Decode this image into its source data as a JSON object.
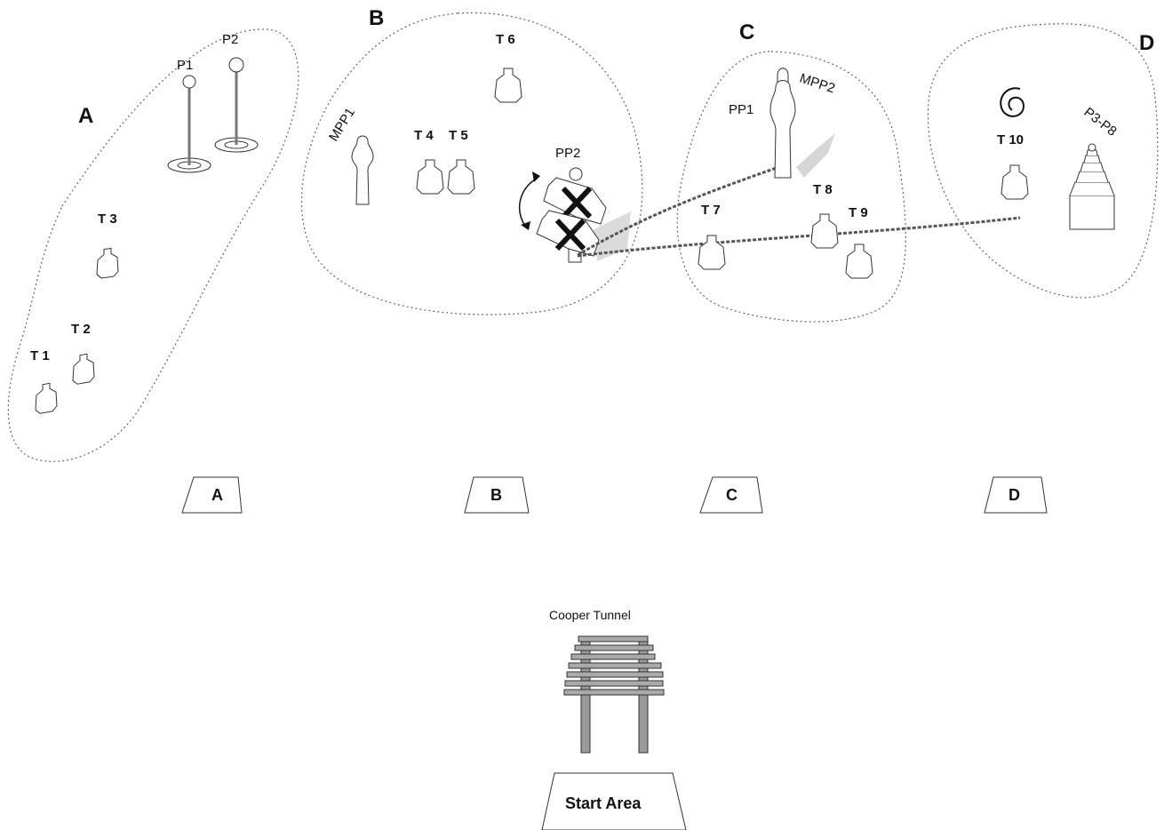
{
  "zones": {
    "a": "A",
    "b": "B",
    "c": "C",
    "d": "D"
  },
  "targets": {
    "t1": "T 1",
    "t2": "T 2",
    "t3": "T 3",
    "t4": "T 4",
    "t5": "T 5",
    "t6": "T 6",
    "t7": "T 7",
    "t8": "T 8",
    "t9": "T 9",
    "t10": "T 10"
  },
  "props": {
    "p1": "P1",
    "p2": "P2",
    "pp1": "PP1",
    "pp2": "PP2",
    "mpp1": "MPP1",
    "mpp2": "MPP2",
    "p3p8": "P3-P8"
  },
  "boxes": {
    "a": "A",
    "b": "B",
    "c": "C",
    "d": "D"
  },
  "cooper_tunnel": "Cooper Tunnel",
  "start_area": "Start Area"
}
